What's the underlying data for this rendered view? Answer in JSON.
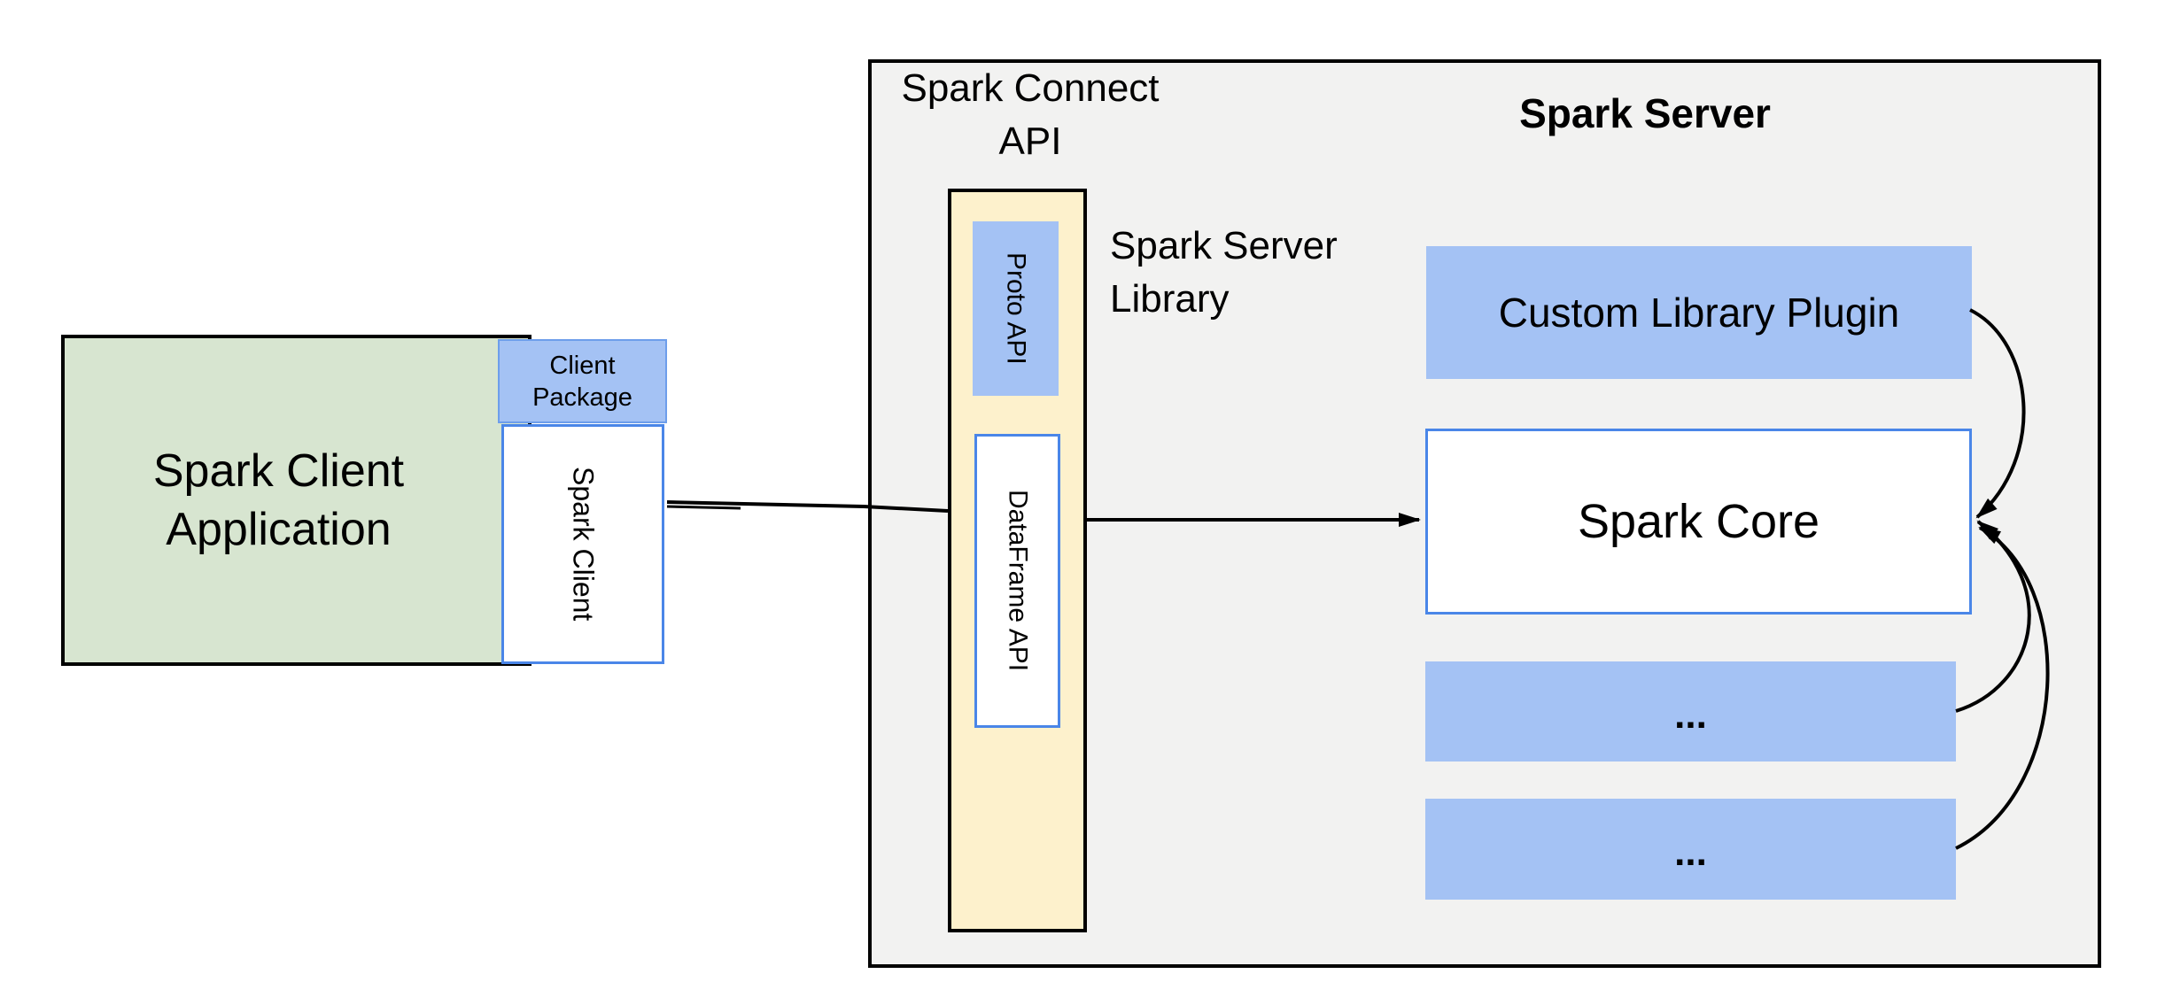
{
  "colors": {
    "server_background": "#f2f2f1",
    "client_app_green": "#d7e5d0",
    "accent_blue_fill": "#a4c2f4",
    "library_yellow": "#fdf1cc",
    "box_border_blue": "#4a86e8",
    "line_black": "#000000"
  },
  "client": {
    "application_label": "Spark Client\nApplication",
    "package_label": "Client\nPackage",
    "spark_client_label": "Spark Client"
  },
  "connect_api": {
    "title": "Spark Connect\nAPI",
    "proto_api_label": "Proto  API",
    "dataframe_api_label": "DataFrame API",
    "server_library_label": "Spark Server\nLibrary"
  },
  "server": {
    "title": "Spark Server",
    "custom_plugin_label": "Custom Library Plugin",
    "spark_core_label": "Spark Core",
    "module_placeholder_1": "...",
    "module_placeholder_2": "..."
  }
}
